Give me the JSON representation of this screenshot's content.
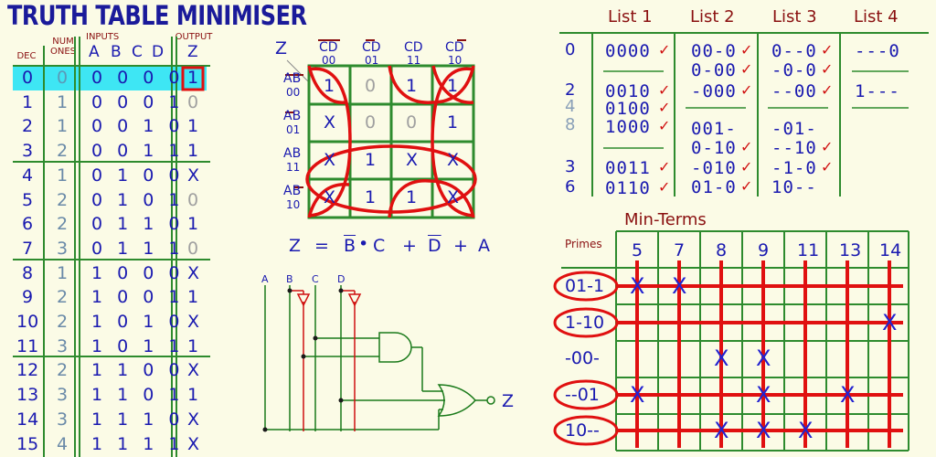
{
  "title": "TRUTH TABLE MINIMISER",
  "truth_table": {
    "headers": {
      "dec": "DEC",
      "num_ones": "NUM\nONES",
      "inputs": "INPUTS",
      "output": "OUTPUT",
      "a": "A",
      "b": "B",
      "c": "C",
      "d": "D",
      "z": "Z"
    },
    "rows": [
      {
        "dec": "0",
        "ones": "0",
        "bits": "0 0 0 0",
        "z": "1"
      },
      {
        "dec": "1",
        "ones": "1",
        "bits": "0 0 0 1",
        "z": "0"
      },
      {
        "dec": "2",
        "ones": "1",
        "bits": "0 0 1 0",
        "z": "1"
      },
      {
        "dec": "3",
        "ones": "2",
        "bits": "0 0 1 1",
        "z": "1"
      },
      {
        "dec": "4",
        "ones": "1",
        "bits": "0 1 0 0",
        "z": "X"
      },
      {
        "dec": "5",
        "ones": "2",
        "bits": "0 1 0 1",
        "z": "0"
      },
      {
        "dec": "6",
        "ones": "2",
        "bits": "0 1 1 0",
        "z": "1"
      },
      {
        "dec": "7",
        "ones": "3",
        "bits": "0 1 1 1",
        "z": "0"
      },
      {
        "dec": "8",
        "ones": "1",
        "bits": "1 0 0 0",
        "z": "X"
      },
      {
        "dec": "9",
        "ones": "2",
        "bits": "1 0 0 1",
        "z": "1"
      },
      {
        "dec": "10",
        "ones": "2",
        "bits": "1 0 1 0",
        "z": "X"
      },
      {
        "dec": "11",
        "ones": "3",
        "bits": "1 0 1 1",
        "z": "1"
      },
      {
        "dec": "12",
        "ones": "2",
        "bits": "1 1 0 0",
        "z": "X"
      },
      {
        "dec": "13",
        "ones": "3",
        "bits": "1 1 0 1",
        "z": "1"
      },
      {
        "dec": "14",
        "ones": "3",
        "bits": "1 1 1 0",
        "z": "X"
      },
      {
        "dec": "15",
        "ones": "4",
        "bits": "1 1 1 1",
        "z": "X"
      }
    ],
    "selected_row": 0
  },
  "kmap": {
    "z_label": "Z",
    "col_labels": [
      {
        "top": "CD",
        "bar": "both",
        "code": "00"
      },
      {
        "top": "CD",
        "bar": "C",
        "code": "01"
      },
      {
        "top": "CD",
        "bar": "none",
        "code": "11"
      },
      {
        "top": "CD",
        "bar": "D",
        "code": "10"
      }
    ],
    "row_labels": [
      {
        "top": "AB",
        "code": "00"
      },
      {
        "top": "AB",
        "code": "01"
      },
      {
        "top": "AB",
        "code": "11"
      },
      {
        "top": "AB",
        "code": "10"
      }
    ],
    "cells": [
      [
        "1",
        "0",
        "1",
        "1"
      ],
      [
        "X",
        "0",
        "0",
        "1"
      ],
      [
        "X",
        "1",
        "X",
        "X"
      ],
      [
        "X",
        "1",
        "1",
        "X"
      ]
    ]
  },
  "expression": {
    "z": "Z",
    "eq": "=",
    "t1a": "B",
    "dot": "•",
    "t1b": "C",
    "plus1": "+",
    "t2": "D",
    "plus2": "+",
    "t3": "A"
  },
  "circuit": {
    "inputs": [
      "A",
      "B",
      "C",
      "D"
    ],
    "output": "Z"
  },
  "lists": {
    "headers": [
      "List 1",
      "List 2",
      "List 3",
      "List 4"
    ],
    "list1": [
      {
        "group": "0",
        "values": [
          {
            "v": "0000",
            "chk": true
          }
        ]
      },
      {
        "group": "2\n4\n8",
        "values": [
          {
            "v": "0010",
            "chk": true
          },
          {
            "v": "0100",
            "chk": true
          },
          {
            "v": "1000",
            "chk": true
          }
        ]
      },
      {
        "group": "3\n6",
        "values": [
          {
            "v": "0011",
            "chk": true
          },
          {
            "v": "0110",
            "chk": true
          }
        ]
      }
    ],
    "list2": [
      "00-0",
      "0-00",
      "-000",
      "001-",
      "0-10",
      "-010",
      "01-0"
    ],
    "list2_chk": [
      true,
      true,
      true,
      false,
      true,
      true,
      true
    ],
    "list3": [
      "0--0",
      "-0-0",
      "--00",
      "-01-",
      "--10",
      "-1-0",
      "10--"
    ],
    "list3_chk": [
      true,
      true,
      true,
      false,
      true,
      true,
      false
    ],
    "list4": [
      "---0",
      "1---"
    ]
  },
  "minterms": {
    "title": "Min-Terms",
    "primes_label": "Primes",
    "columns": [
      "5",
      "7",
      "8",
      "9",
      "11",
      "13",
      "14"
    ],
    "primes": [
      "01-1",
      "1-10",
      "-00-",
      "--01",
      "10--"
    ]
  }
}
